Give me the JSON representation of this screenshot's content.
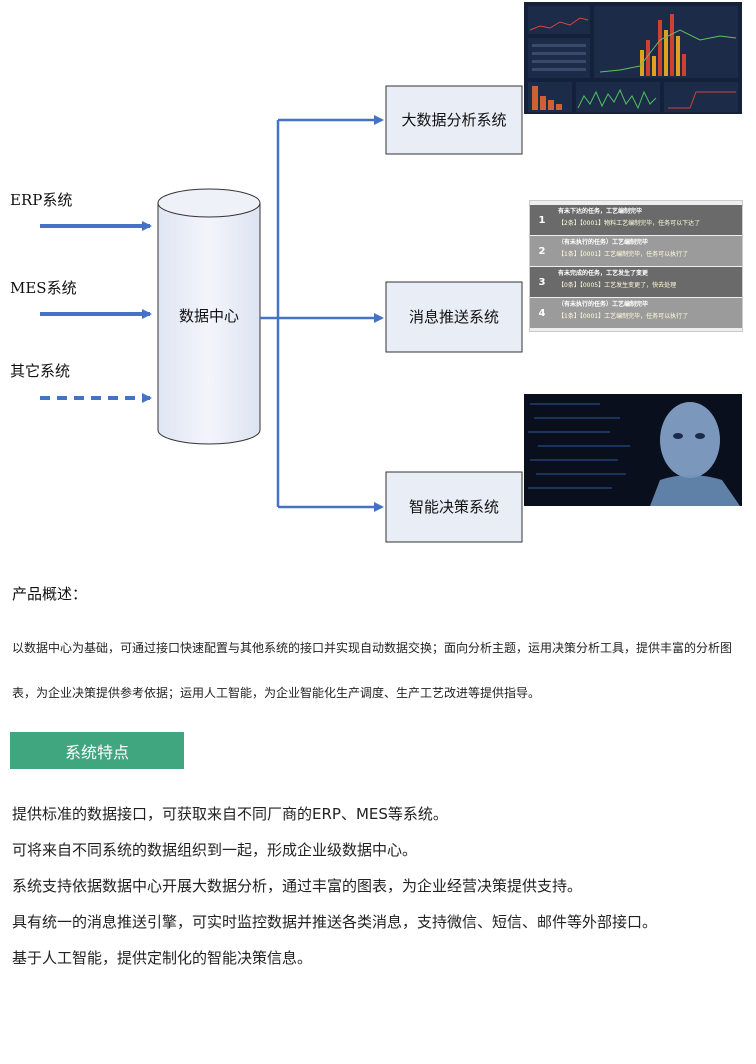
{
  "diagram": {
    "sources": [
      "ERP系统",
      "MES系统",
      "其它系统"
    ],
    "center": "数据中心",
    "targets": [
      "大数据分析系统",
      "消息推送系统",
      "智能决策系统"
    ]
  },
  "messages": [
    {
      "num": "1",
      "title": "有未下达的任务，工艺编制完毕",
      "detail": "【2条】【0001】物料工艺编制完毕，任务可以下达了"
    },
    {
      "num": "2",
      "title": "（有未执行的任务）工艺编制完毕",
      "detail": "【1条】【0001】工艺编制完毕，任务可以执行了"
    },
    {
      "num": "3",
      "title": "有未完成的任务，工艺发生了变更",
      "detail": "【0条】【0005】工艺发生变更了，快去处理"
    },
    {
      "num": "4",
      "title": "（有未执行的任务）工艺编制完毕",
      "detail": "【1条】【0001】工艺编制完毕，任务可以执行了"
    }
  ],
  "overview": {
    "title": "产品概述：",
    "text": "以数据中心为基础，可通过接口快速配置与其他系统的接口并实现自动数据交换；面向分析主题，运用决策分析工具，提供丰富的分析图表，为企业决策提供参考依据；运用人工智能，为企业智能化生产调度、生产工艺改进等提供指导。"
  },
  "features": {
    "tag": "系统特点",
    "items": [
      "提供标准的数据接口，可获取来自不同厂商的ERP、MES等系统。",
      "可将来自不同系统的数据组织到一起，形成企业级数据中心。",
      "系统支持依据数据中心开展大数据分析，通过丰富的图表，为企业经营决策提供支持。",
      "具有统一的消息推送引擎，可实时监控数据并推送各类消息，支持微信、短信、邮件等外部接口。",
      "基于人工智能，提供定制化的智能决策信息。"
    ]
  },
  "colors": {
    "arrow": "#4472c4",
    "box_fill": "#e9edf6",
    "tag": "#3fa67f"
  }
}
